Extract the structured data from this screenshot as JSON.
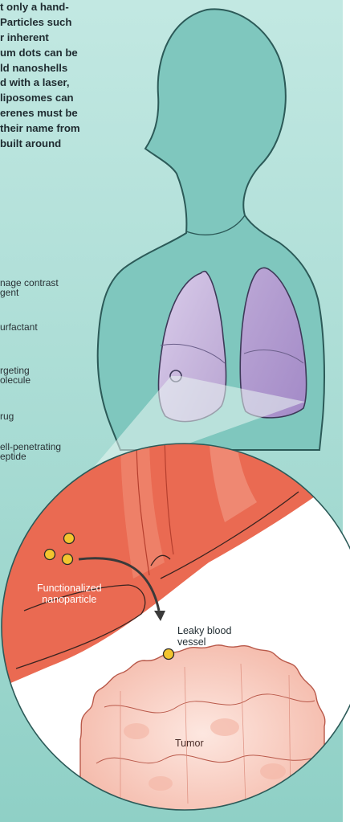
{
  "intro_lines": [
    "t only a hand-",
    "Particles such",
    "r inherent",
    "um dots can be",
    "ld nanoshells",
    "d with a laser,",
    "liposomes can",
    "erenes must be",
    "their name from",
    "built around"
  ],
  "legend": [
    {
      "lines": [
        "nage contrast",
        "gent"
      ]
    },
    {
      "lines": [
        "urfactant"
      ]
    },
    {
      "lines": [
        "rgeting",
        "olecule"
      ]
    },
    {
      "lines": [
        "rug"
      ]
    },
    {
      "lines": [
        "ell-penetrating",
        "eptide"
      ]
    }
  ],
  "labels": {
    "nanoparticle": [
      "Functionalized",
      "nanoparticle"
    ],
    "vessel": [
      "Leaky blood",
      "vessel"
    ],
    "tumor": "Tumor"
  },
  "colors": {
    "background": "#a9dcd6",
    "body": "#7fc8bf",
    "outline": "#2c5a58",
    "lung": "#c5b1d9",
    "vessel": "#ea6a53",
    "tumor": "#f7c8bc",
    "particle": "#f3c52f"
  }
}
